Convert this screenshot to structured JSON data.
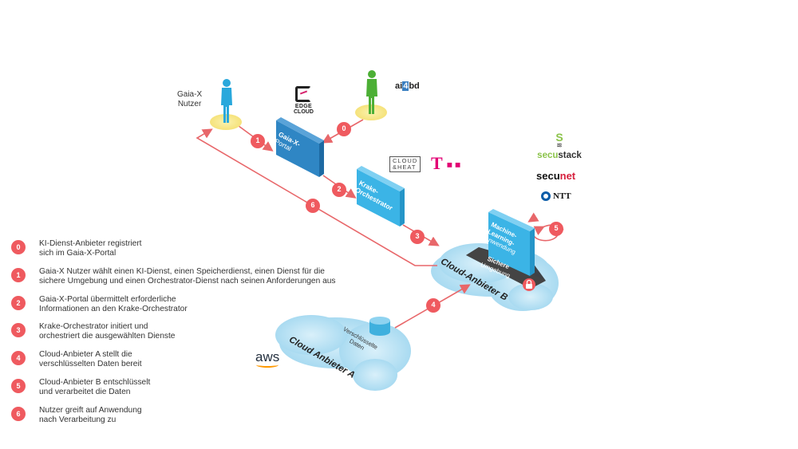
{
  "actors": {
    "user_label_line1": "Gaia-X",
    "user_label_line2": "Nutzer"
  },
  "boxes": {
    "portal_line1": "Gaia-X-",
    "portal_line2": "Portal",
    "orchestrator_line1": "Krake-",
    "orchestrator_line2": "Orchestrator",
    "ml_line1": "Machine-",
    "ml_line2": "Learning-",
    "ml_line3": "Anwendung",
    "secure_line1": "Sichere",
    "secure_line2": "Umgebung"
  },
  "clouds": {
    "cloud_a": "Cloud Anbieter A",
    "cloud_b": "Cloud-Anbieter B",
    "encrypted_line1": "Verschlüsselte",
    "encrypted_line2": "Daten"
  },
  "logos": {
    "edge_line1": "EDGE",
    "edge_line2": "CLOUD",
    "ai4bd_a": "ai",
    "ai4bd_4": "4",
    "ai4bd_b": "bd",
    "cloudheat_line1": "CLOUD",
    "cloudheat_line2": "&HEAT",
    "telekom": "T",
    "secustack_a": "secu",
    "secustack_b": "stack",
    "secunet_a": "secu",
    "secunet_b": "net",
    "ntt": "NTT",
    "aws": "aws"
  },
  "steps": [
    {
      "num": "0",
      "line1": "KI-Dienst-Anbieter registriert",
      "line2": "sich im Gaia-X-Portal"
    },
    {
      "num": "1",
      "line1": "Gaia-X Nutzer wählt einen KI-Dienst, einen Speicherdienst, einen Dienst für die",
      "line2": "sichere Umgebung und einen Orchestrator-Dienst nach seinen Anforderungen aus"
    },
    {
      "num": "2",
      "line1": "Gaia-X-Portal übermittelt erforderliche",
      "line2": "Informationen an den Krake-Orchestrator"
    },
    {
      "num": "3",
      "line1": "Krake-Orchestrator initiert und",
      "line2": "orchestriert die ausgewählten Dienste"
    },
    {
      "num": "4",
      "line1": "Cloud-Anbieter A stellt die",
      "line2": "verschlüsselten Daten bereit"
    },
    {
      "num": "5",
      "line1": "Cloud-Anbieter B entschlüsselt",
      "line2": "und verarbeitet die Daten"
    },
    {
      "num": "6",
      "line1": "Nutzer greift auf Anwendung",
      "line2": "nach Verarbeitung zu"
    }
  ],
  "colors": {
    "badge": "#ef5a5f",
    "line": "#e8676a",
    "portal": "#2f86c4",
    "orchestrator": "#3bb4e6",
    "cloud": "#a9dcf2",
    "user": "#29a8dc",
    "provider": "#4caf35",
    "pedestal": "#f7e98a"
  }
}
